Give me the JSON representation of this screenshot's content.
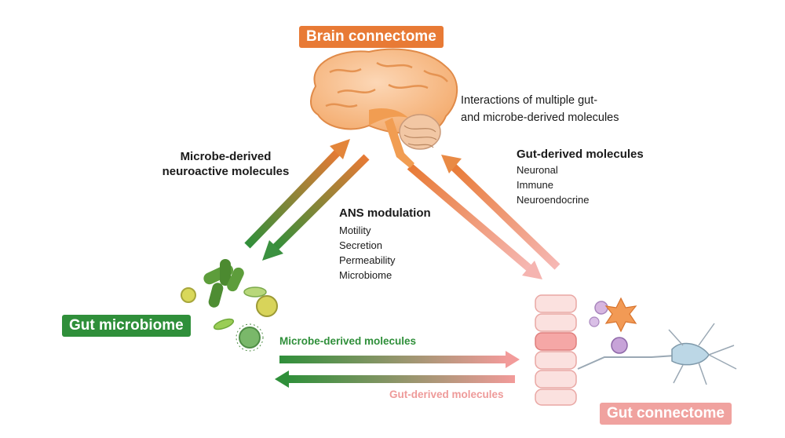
{
  "badges": {
    "brain": "Brain connectome",
    "microbiome": "Gut microbiome",
    "gut_connectome": "Gut connectome"
  },
  "interactions": {
    "line1": "Interactions of multiple gut-",
    "line2": "and microbe-derived molecules"
  },
  "microbe_neuroactive": {
    "line1": "Microbe-derived",
    "line2": "neuroactive molecules"
  },
  "gut_derived": {
    "title": "Gut-derived molecules",
    "items": [
      "Neuronal",
      "Immune",
      "Neuroendocrine"
    ]
  },
  "ans": {
    "title": "ANS modulation",
    "items": [
      "Motility",
      "Secretion",
      "Permeability",
      "Microbiome"
    ]
  },
  "horizontal": {
    "microbe_molecules": "Microbe-derived molecules",
    "gut_molecules": "Gut-derived molecules"
  },
  "colors": {
    "brain_orange": "#e87a35",
    "microbe_green": "#2f8f3a",
    "gut_pink": "#f0a29f"
  },
  "icons": [
    "brain-icon",
    "bacteria-cluster-icon",
    "epithelium-cells-icon",
    "immune-cell-icon",
    "neuron-icon"
  ]
}
